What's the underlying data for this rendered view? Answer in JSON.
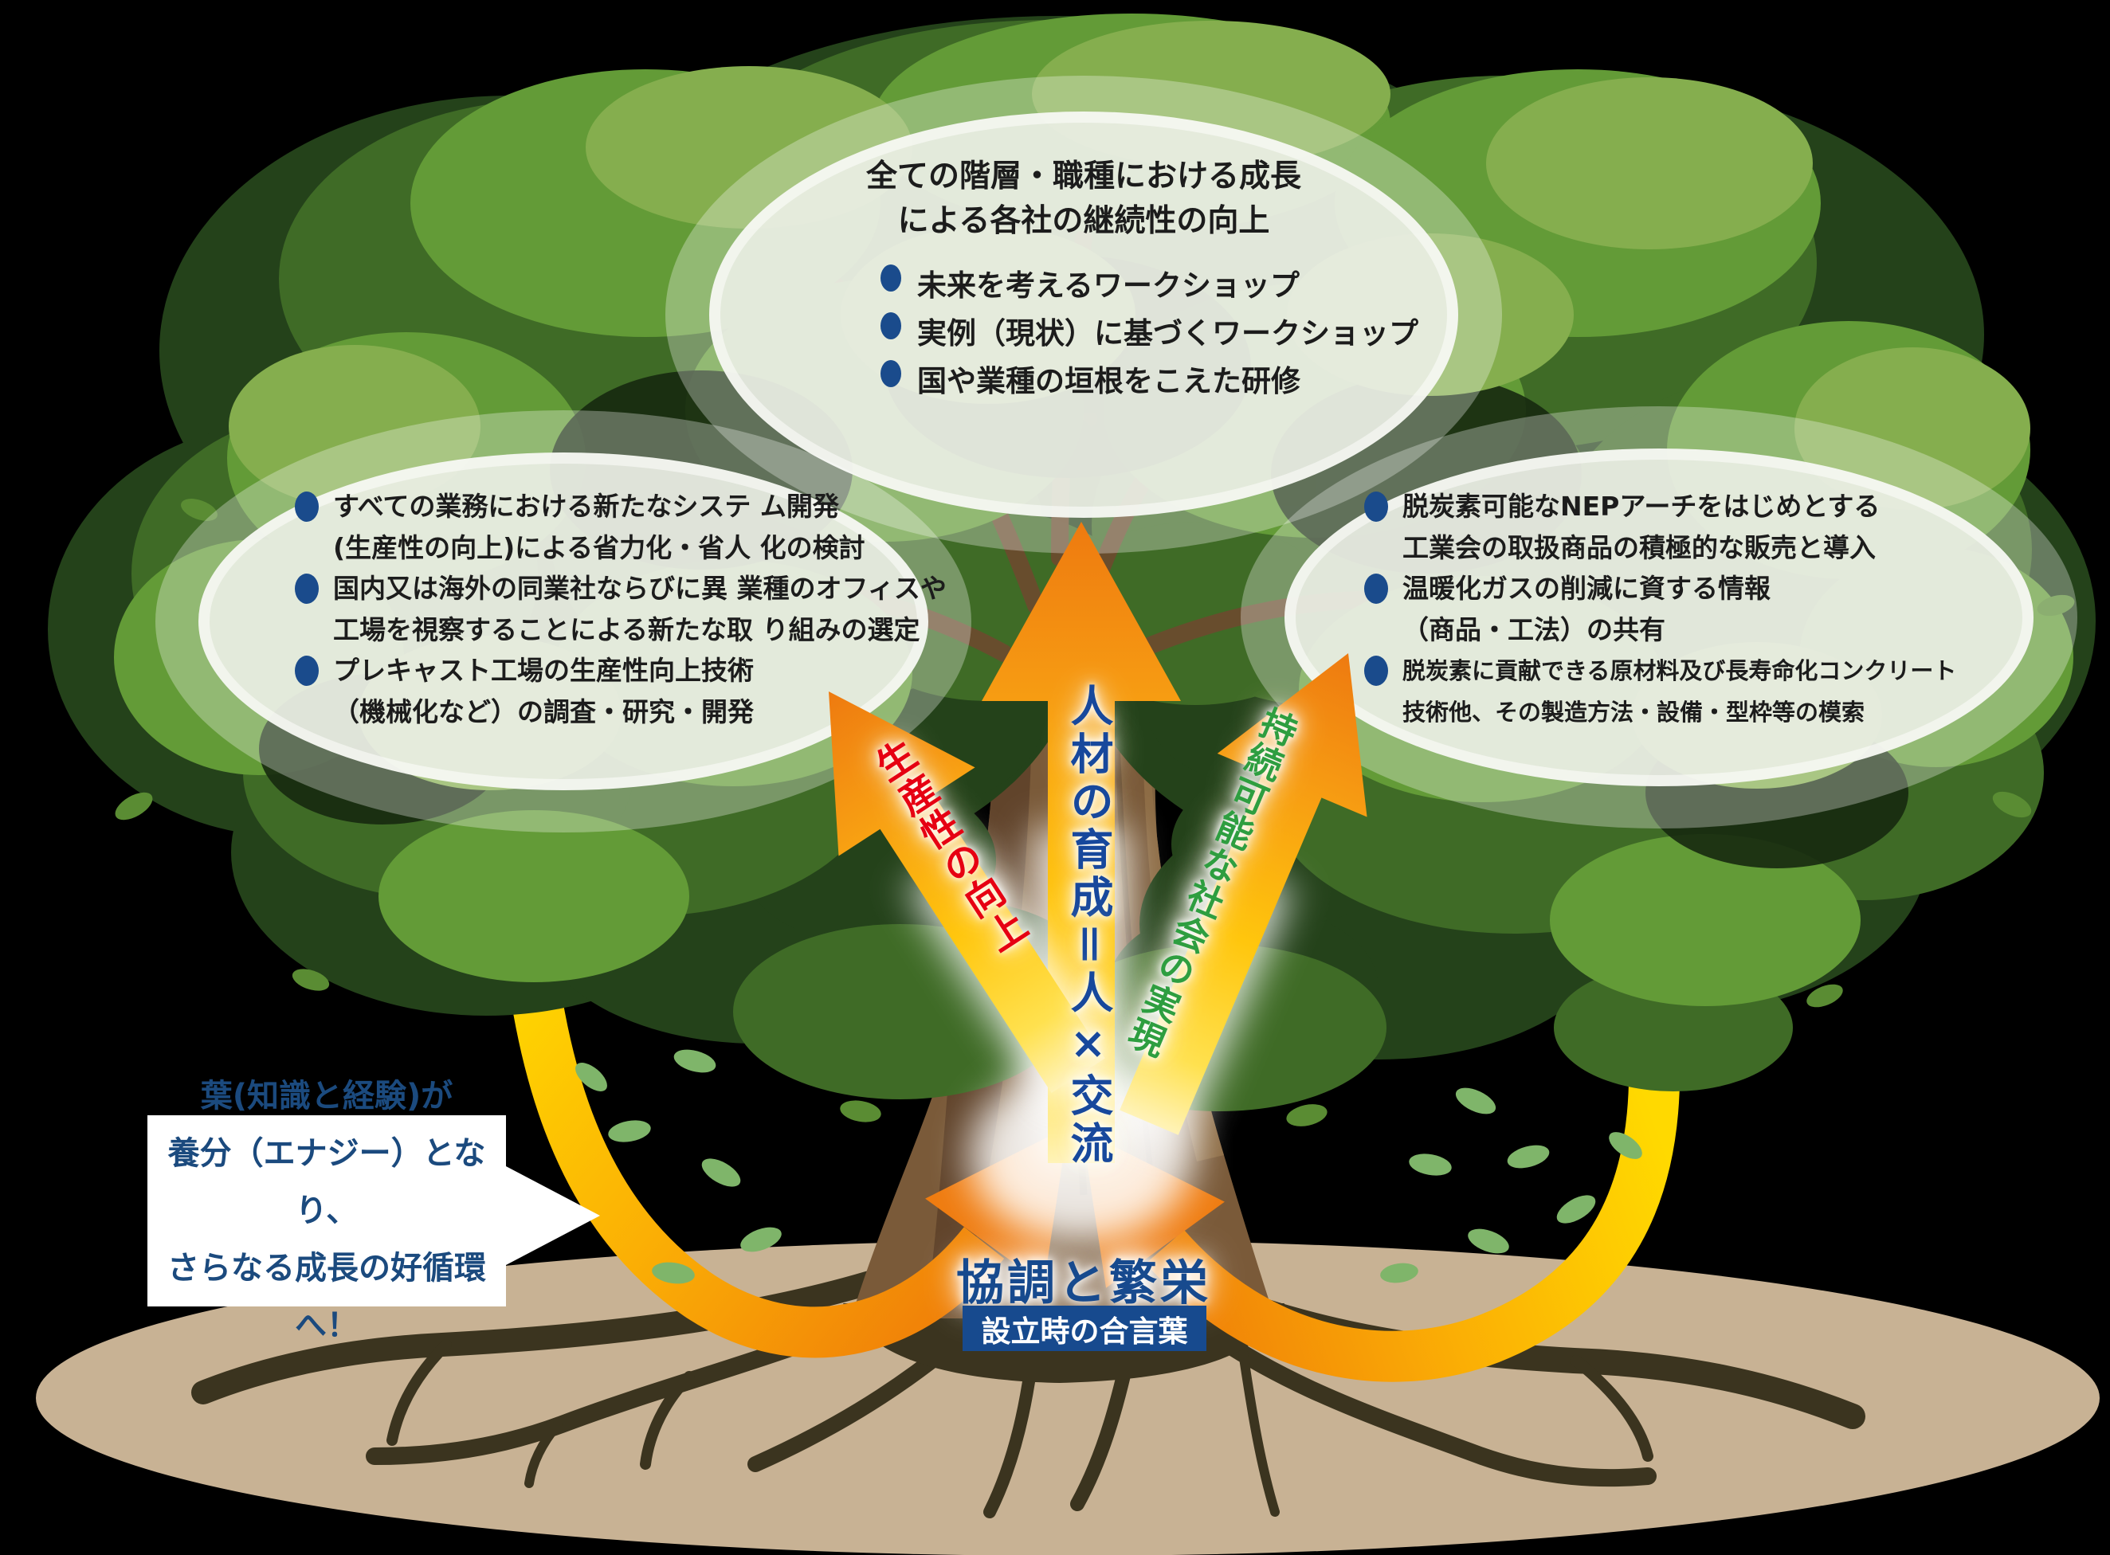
{
  "bubbles": {
    "top": {
      "heading": [
        "全ての階層・職種における成長",
        "による各社の継続性の向上"
      ],
      "items": [
        "未来を考えるワークショップ",
        "実例（現状）に基づくワークショップ",
        "国や業種の垣根をこえた研修"
      ]
    },
    "left": {
      "items": [
        [
          "すべての業務における新たなシステ ム開発",
          "(生産性の向上)による省力化・省人 化の検討"
        ],
        [
          "国内又は海外の同業社ならびに異 業種のオフィスや",
          "工場を視察することによる新たな取 り組みの選定"
        ],
        [
          "プレキャスト工場の生産性向上技術",
          "（機械化など）の調査・研究・開発"
        ]
      ]
    },
    "right": {
      "items": [
        [
          "脱炭素可能なNEPアーチをはじめとする",
          "工業会の取扱商品の積極的な販売と導入"
        ],
        [
          "温暖化ガスの削減に資する情報",
          "（商品・工法）の共有"
        ],
        [
          "脱炭素に貢献できる原材料及び長寿命化コンクリート",
          "技術他、その製造方法・設備・型枠等の模索"
        ]
      ]
    }
  },
  "arrows": {
    "center_label": "人材の育成＝人×交流",
    "left_label": "生産性の向上",
    "right_label": "持続可能な社会の実現"
  },
  "speech_bubble": {
    "lines": [
      "葉(知識と経験)が",
      "養分（エナジー）となり、",
      "さらなる成長の好循環へ！"
    ]
  },
  "slogan": {
    "main": "協調と繁栄",
    "caption": "設立時の合言葉"
  },
  "colors": {
    "accent_orange": "#ee7a10",
    "accent_yellow": "#ffd900",
    "bullet_navy": "#1a4b8c",
    "label_red": "#e60012",
    "label_green": "#2e9e40",
    "label_blue": "#17489c",
    "slogan_navy": "#174a8e",
    "ground_tan": "#c8b294",
    "canopy_green": "#3f6b26"
  }
}
